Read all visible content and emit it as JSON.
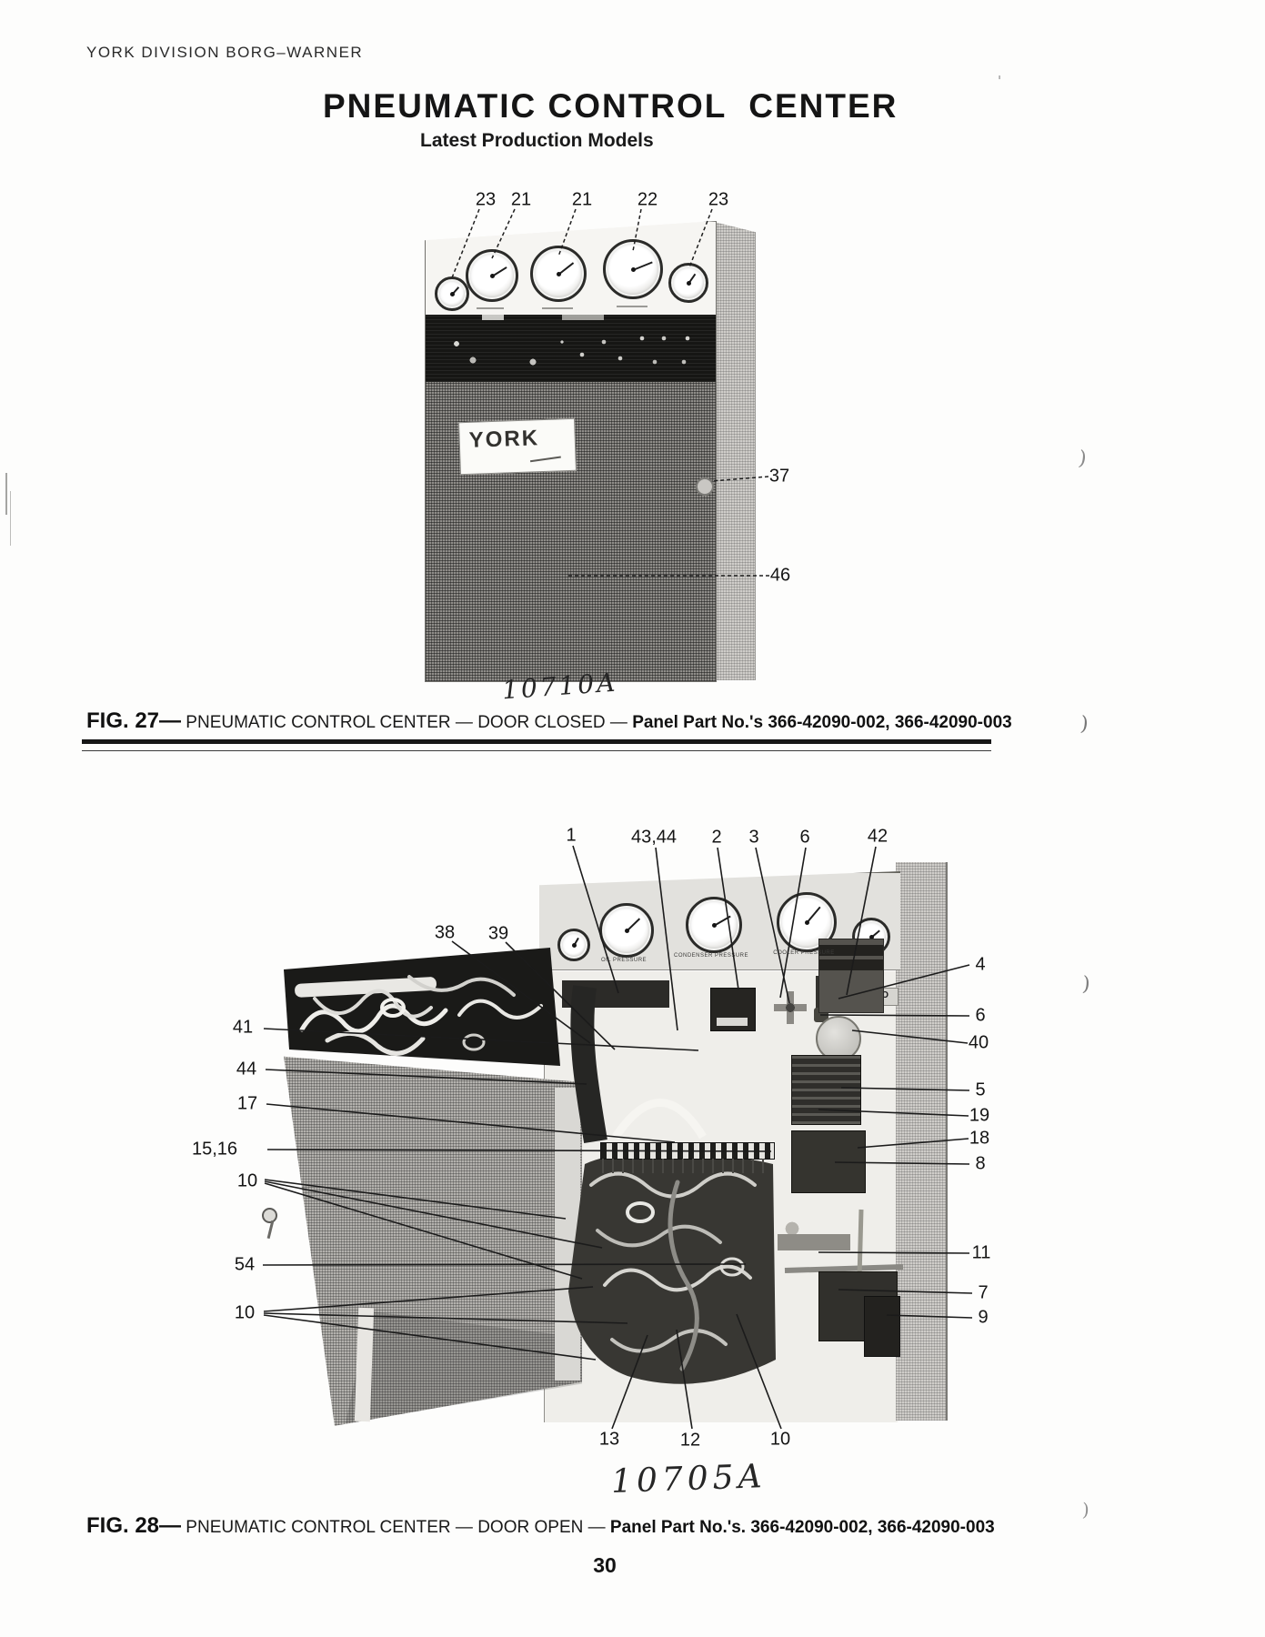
{
  "header": {
    "left": "YORK DIVISION   BORG–WARNER"
  },
  "title": {
    "main": "PNEUMATIC CONTROL  CENTER",
    "subtitle": "Latest Production Models"
  },
  "page_number": "30",
  "artifacts": {
    "paren": ")",
    "tick": "'"
  },
  "fig27": {
    "photo_code": "10710A",
    "brand": "YORK",
    "top_callouts": [
      "23",
      "21",
      "21",
      "22",
      "23"
    ],
    "side_callouts": [
      "37",
      "46"
    ],
    "caption": {
      "fig": "FIG. 27—",
      "body": " PNEUMATIC CONTROL CENTER — DOOR CLOSED — ",
      "part": "Panel Part No.'s 366-42090-002, 366-42090-003"
    }
  },
  "fig28": {
    "photo_code": "10705A",
    "gauge_labels": [
      "OIL PRESSURE",
      "CONDENSER PRESSURE",
      "COOLER PRESSURE"
    ],
    "component_label": "HO",
    "top_callouts": [
      "1",
      "43,44",
      "2",
      "3",
      "6",
      "42"
    ],
    "hinge_callouts": [
      "38",
      "39"
    ],
    "left_callouts": [
      "41",
      "44",
      "17",
      "15,16",
      "10",
      "54",
      "10"
    ],
    "right_callouts": [
      "4",
      "6",
      "40",
      "5",
      "19",
      "18",
      "8",
      "11",
      "7",
      "9"
    ],
    "bottom_callouts": [
      "13",
      "12",
      "10"
    ],
    "caption": {
      "fig": "FIG. 28—",
      "body": " PNEUMATIC CONTROL CENTER — DOOR OPEN — ",
      "part": "Panel Part No.'s. 366-42090-002, 366-42090-003"
    }
  }
}
